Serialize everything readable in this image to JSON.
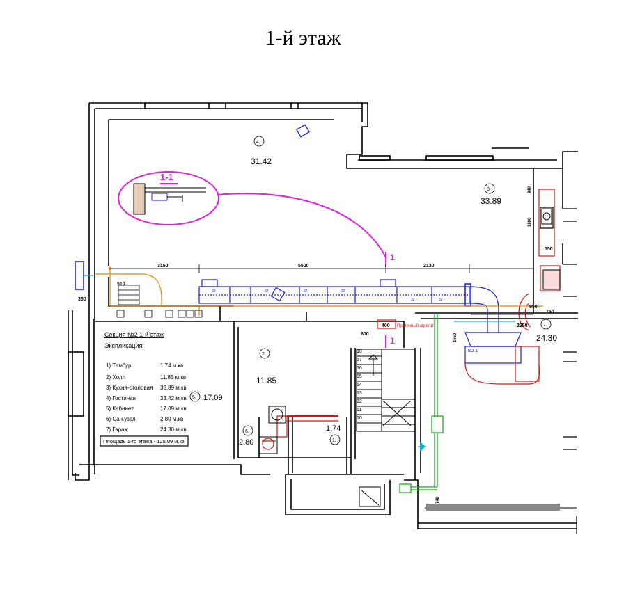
{
  "title": "1-й этаж",
  "rooms": [
    {
      "num": "4.",
      "area": "31.42"
    },
    {
      "num": "3.",
      "area": "33.89"
    },
    {
      "num": "2.",
      "area": "11.85"
    },
    {
      "num": "5.",
      "area": "17.09"
    },
    {
      "num": "6.",
      "area": "2.80"
    },
    {
      "num": "1.",
      "area": "1.74"
    },
    {
      "num": "7.",
      "area": "24.30"
    }
  ],
  "dims": {
    "d3150": "3150",
    "d5500": "5500",
    "d2130": "2130",
    "d750": "750",
    "d400": "400",
    "d800": "800",
    "d1650": "1650",
    "d2250": "2250",
    "d150": "150",
    "d940": "940",
    "d1800": "1800",
    "d350": "350",
    "d950": "950",
    "d510": "510",
    "d748": "748"
  },
  "section": {
    "mark": "1-1",
    "cut_mark": "1",
    "heading": "Секция №2  1-й этаж",
    "expl": "Экспликация:",
    "rows": [
      {
        "name": "1)  Тамбур",
        "val": "1.74 м.кв"
      },
      {
        "name": "2) Холл",
        "val": "11.85 м.кв"
      },
      {
        "name": "3) Кухня-столовая",
        "val": "33,89 м.кв"
      },
      {
        "name": "4) Гостиная",
        "val": "33.42 м.кв"
      },
      {
        "name": "5) Кабинет",
        "val": "17.09 м.кв"
      },
      {
        "name": "6) Сан.узел",
        "val": "2.80 м.кв"
      },
      {
        "name": "7) Гараж",
        "val": "24.30 м.кв"
      }
    ],
    "total": "Площадь 1-го этажа - 125.09 м.кв"
  },
  "stair_numbers": [
    "18",
    "17",
    "16",
    "15",
    "14",
    "13",
    "12",
    "11",
    "10"
  ],
  "equipment": {
    "bo1": "ВО-1",
    "red_label": "Приточный агрегат"
  },
  "colors": {
    "wall": "#000000",
    "duct": "#1a1ae6",
    "pink": "#e020e0",
    "red": "#e01010",
    "green": "#16b016",
    "orange": "#e08a10",
    "cyan": "#00b8d8"
  }
}
